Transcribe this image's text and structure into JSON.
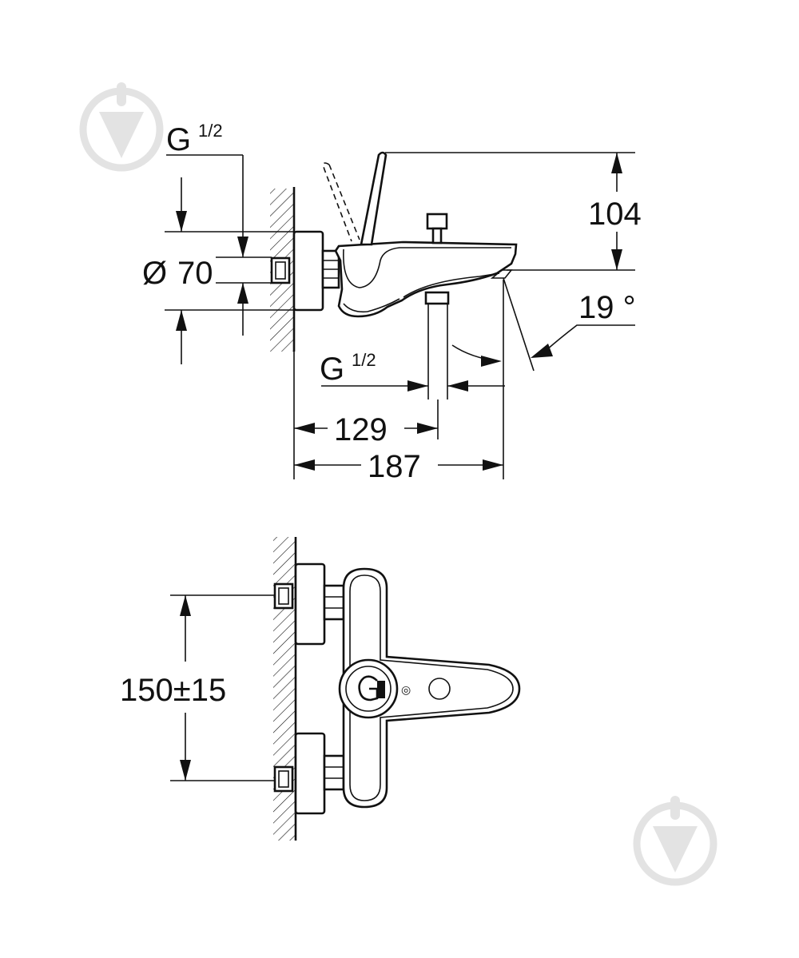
{
  "side_view": {
    "thread_top": {
      "main": "G",
      "fraction": "1/2"
    },
    "diameter_symbol": "Ø",
    "diameter_value": "70",
    "height_value": "104",
    "angle_value": "19 °",
    "thread_outlet": {
      "main": "G",
      "fraction": "1/2"
    },
    "dim_outlet": "129",
    "dim_total": "187"
  },
  "front_view": {
    "centre_distance": "150±15"
  },
  "watermark_icon": "shield-drop-logo"
}
